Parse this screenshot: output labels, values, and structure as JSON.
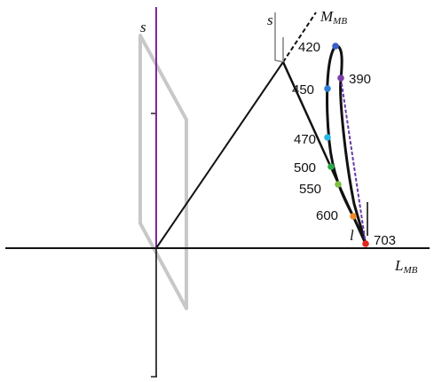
{
  "axes": {
    "horizontal_label": "L",
    "horizontal_subscript": "MB",
    "diagonal_label": "M",
    "diagonal_subscript": "MB",
    "vertical_label": "s"
  },
  "plane": {
    "top_mark_label": "s",
    "corner_mark_label": "l"
  },
  "locus_points": [
    {
      "wavelength": "420",
      "color": "#3a5fc8"
    },
    {
      "wavelength": "390",
      "color": "#7b3fa6"
    },
    {
      "wavelength": "450",
      "color": "#2f7fd4"
    },
    {
      "wavelength": "470",
      "color": "#27b7e6"
    },
    {
      "wavelength": "500",
      "color": "#2aa84a"
    },
    {
      "wavelength": "550",
      "color": "#7cc042"
    },
    {
      "wavelength": "600",
      "color": "#f08a2a"
    },
    {
      "wavelength": "703",
      "color": "#e0261f"
    }
  ],
  "colors": {
    "axis": "#111111",
    "s_axis": "#7a2a9a",
    "purple_line": "#6a3aa8",
    "ghost_plane": "#c8c8c8"
  }
}
